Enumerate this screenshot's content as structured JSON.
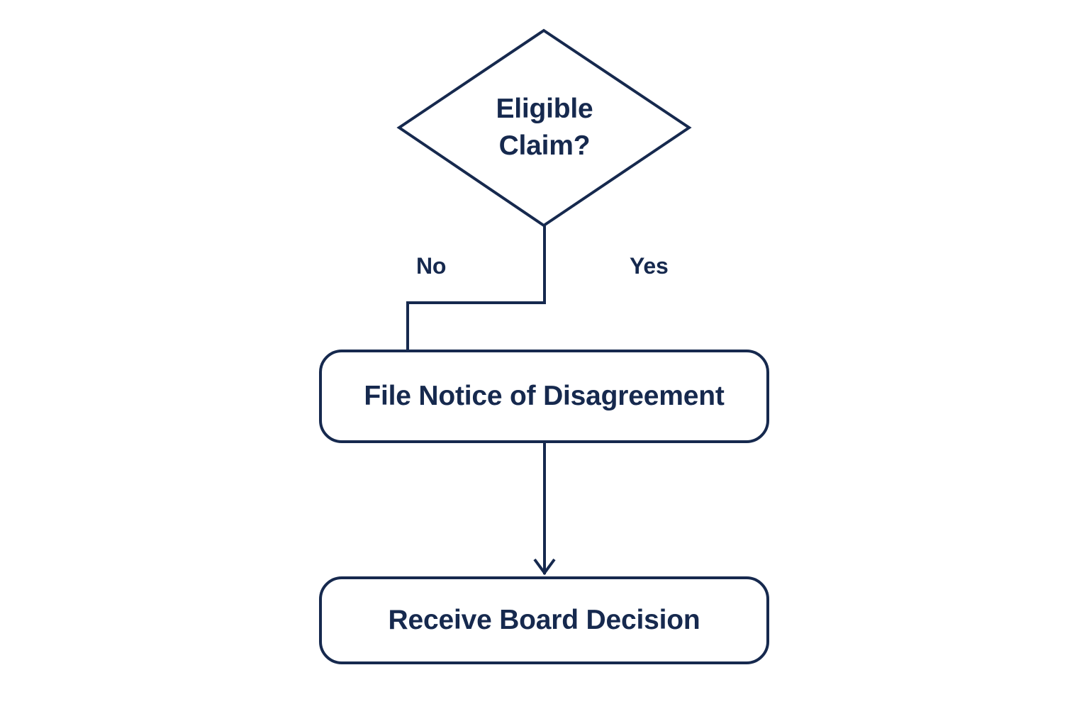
{
  "diagram": {
    "type": "flowchart",
    "orientation": "vertical",
    "background_color": "#FFFFFF",
    "stroke_color": "#16294E",
    "text_color": "#16294E",
    "stroke_width": 4,
    "nodes": [
      {
        "id": "decision-eligible-claim",
        "shape": "diamond",
        "label_line_1": "Eligible",
        "label_line_2": "Claim?"
      },
      {
        "id": "process-file-nod",
        "shape": "rounded-rectangle",
        "label": "File Notice of Disagreement"
      },
      {
        "id": "process-receive-board-decision",
        "shape": "rounded-rectangle",
        "label": "Receive Board Decision"
      }
    ],
    "edges": [
      {
        "id": "edge-no",
        "from": "decision-eligible-claim",
        "to": "process-file-nod",
        "label": "No",
        "arrowhead": false,
        "style": "elbow"
      },
      {
        "id": "edge-yes",
        "from": "decision-eligible-claim",
        "label": "Yes",
        "arrowhead": false,
        "style": "unconnected"
      },
      {
        "id": "edge-to-board-decision",
        "from": "process-file-nod",
        "to": "process-receive-board-decision",
        "label": "",
        "arrowhead": true,
        "style": "straight"
      }
    ]
  }
}
